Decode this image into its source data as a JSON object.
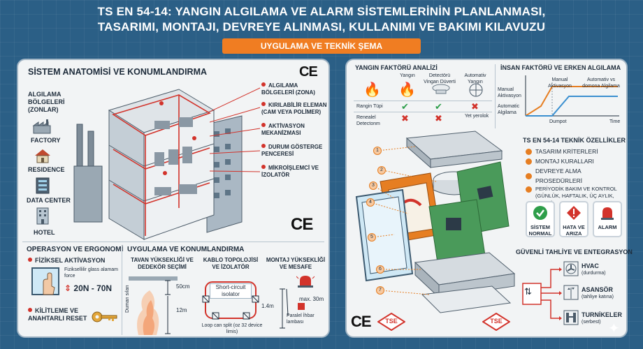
{
  "header": {
    "title_line1": "TS EN 54-14: YANGIN ALGILAMA VE ALARM SİSTEMLERİNİN PLANLANMASI,",
    "title_line2": "TASARIMI, MONTAJI, DEVREYE ALINMASI, KULLANIMI VE BAKIMI KILAVUZU",
    "ribbon": "UYGULAMA VE TEKNİK ŞEMA"
  },
  "left": {
    "section_title": "SİSTEM ANATOMİSİ VE KONUMLANDIRMA",
    "zones_label": "ALGILAMA BÖLGELERİ (ZONLAR)",
    "building_types": [
      "FACTORY",
      "RESIDENCE",
      "DATA CENTER",
      "HOTEL"
    ],
    "callouts": [
      "ALGILAMA BÖLGELERİ (ZONA)",
      "KIRILABİLİR ELEMAN (CAM VEYA POLİMER)",
      "AKTİVASYON MEKANİZMASI",
      "DURUM GÖSTERGE PENCERESİ",
      "MİKROİŞLEMCİ VE İZOLATÖR"
    ],
    "ce_mark": "CE",
    "ops_title": "OPERASYON VE ERGONOMİ",
    "physical_activation": "FİZİKSEL AKTİVASYON",
    "force_note": "Fiziksellilir glass alamam force",
    "force_range": "20N - 70N",
    "lock_reset": "KİLİTLEME VE ANAHTARLI RESET",
    "app_title": "UYGULAMA VE KONUMLANDIRMA",
    "ceiling_title": "TAVAN YÜKSEKLİĞİ VE DEDEKÖR SEÇİMİ",
    "ceiling_50": "50cm",
    "ceiling_12": "12m",
    "smoke_label": "Duman sıları",
    "cable_title": "KABLO TOPOLOJİSİ VE İZOLATÖR",
    "short_circuit": "Short-circuit isolator",
    "loop_note": "Loop can split (oz 32 device limis)",
    "mount_title": "MONTAJ YÜKSEKLİĞİ VE MESAFE",
    "mount_max": "max. 30m",
    "mount_height": "1.4m",
    "parallel_lamp": "Paralel İhbar lambası"
  },
  "right": {
    "fire_title": "YANGIN FAKTÖRÜ ANALİZİ",
    "fire_cols": [
      "Yangın",
      "Detectörü Vingan Düverti",
      "Automativ Yangın"
    ],
    "fire_rows": [
      "Rangin Tüpi",
      "Renealel Detectonm"
    ],
    "fire_yet": "Yet yerolok",
    "human_title": "İNSAN FAKTÖRÜ VE ERKEN ALGILAMA",
    "human_manual_top": "Manual Aktivasyon",
    "human_auto_top": "Automativ vs domona Algilama",
    "human_manual_axis": "Manual Aktivasyon",
    "human_auto_axis": "Automatic Algilama",
    "human_dumpot": "Dumpot",
    "human_time": "Time",
    "tech_title": "TS EN 54-14 TEKNİK ÖZELLİKLER",
    "tech_items": [
      "TASARIM KRİTERLERİ",
      "MONTAJ KURALLARI",
      "DEVREYE ALMA PROSEDÜRLERİ",
      "PERİYODİK BAKIM VE KONTROL (GÜNLÜK, HAFTALIK, ÜÇ AYLIK, YILLIK)"
    ],
    "status": [
      {
        "label": "SİSTEM NORMAL",
        "color": "#2e9e4a"
      },
      {
        "label": "HATA VE ARIZA",
        "color": "#d2332b"
      },
      {
        "label": "ALARM",
        "color": "#d2332b"
      }
    ],
    "evac_title": "GÜVENLİ TAHLİYE VE ENTEGRASYON",
    "evac_items": [
      {
        "label": "HVAC",
        "sub": "(durdurma)"
      },
      {
        "label": "ASANSÖR",
        "sub": "(tahliye katına)"
      },
      {
        "label": "TURNİKELER",
        "sub": "(serbest)"
      }
    ],
    "callout_numbers": [
      "1",
      "2",
      "3",
      "4",
      "5",
      "6",
      "7"
    ],
    "ce_mark": "CE",
    "tse_mark": "TSE"
  }
}
